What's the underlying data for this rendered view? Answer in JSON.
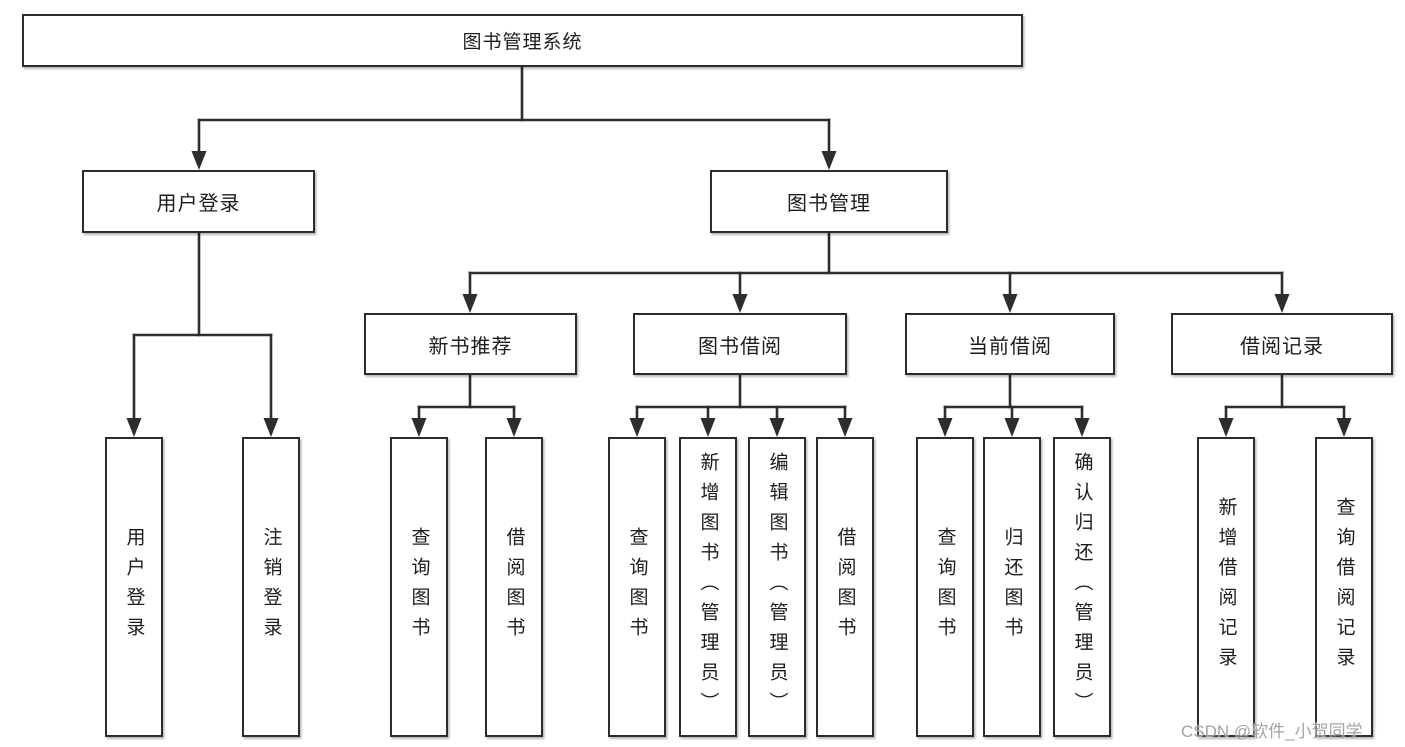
{
  "nodes": {
    "root": {
      "label": "图书管理系统"
    },
    "login": {
      "label": "用户登录"
    },
    "mgmt": {
      "label": "图书管理"
    },
    "rec": {
      "label": "新书推荐"
    },
    "borrow": {
      "label": "图书借阅"
    },
    "current": {
      "label": "当前借阅"
    },
    "records": {
      "label": "借阅记录"
    },
    "login_user": {
      "label": "用户登录"
    },
    "login_logout": {
      "label": "注销登录"
    },
    "rec_query": {
      "label": "查询图书"
    },
    "rec_borrow": {
      "label": "借阅图书"
    },
    "borrow_query": {
      "label": "查询图书"
    },
    "borrow_add": {
      "label": "新增图书（管理员）"
    },
    "borrow_edit": {
      "label": "编辑图书（管理员）"
    },
    "borrow_borrow": {
      "label": "借阅图书"
    },
    "cur_query": {
      "label": "查询图书"
    },
    "cur_return": {
      "label": "归还图书"
    },
    "cur_confirm": {
      "label": "确认归还（管理员）"
    },
    "records_add": {
      "label": "新增借阅记录"
    },
    "records_query": {
      "label": "查询借阅记录"
    }
  },
  "structure": {
    "root": [
      "login",
      "mgmt"
    ],
    "login": [
      "login_user",
      "login_logout"
    ],
    "mgmt": [
      "rec",
      "borrow",
      "current",
      "records"
    ],
    "rec": [
      "rec_query",
      "rec_borrow"
    ],
    "borrow": [
      "borrow_query",
      "borrow_add",
      "borrow_edit",
      "borrow_borrow"
    ],
    "current": [
      "cur_query",
      "cur_return",
      "cur_confirm"
    ],
    "records": [
      "records_add",
      "records_query"
    ]
  },
  "watermark": {
    "text": "CSDN @软件_小贺同学"
  },
  "colors": {
    "line": "#2d2d2d",
    "box_border": "#2c2c2c",
    "box_fill": "#ffffff",
    "text": "#1d1d1d",
    "watermark": "#a3a3a3",
    "background": "#ffffff"
  }
}
